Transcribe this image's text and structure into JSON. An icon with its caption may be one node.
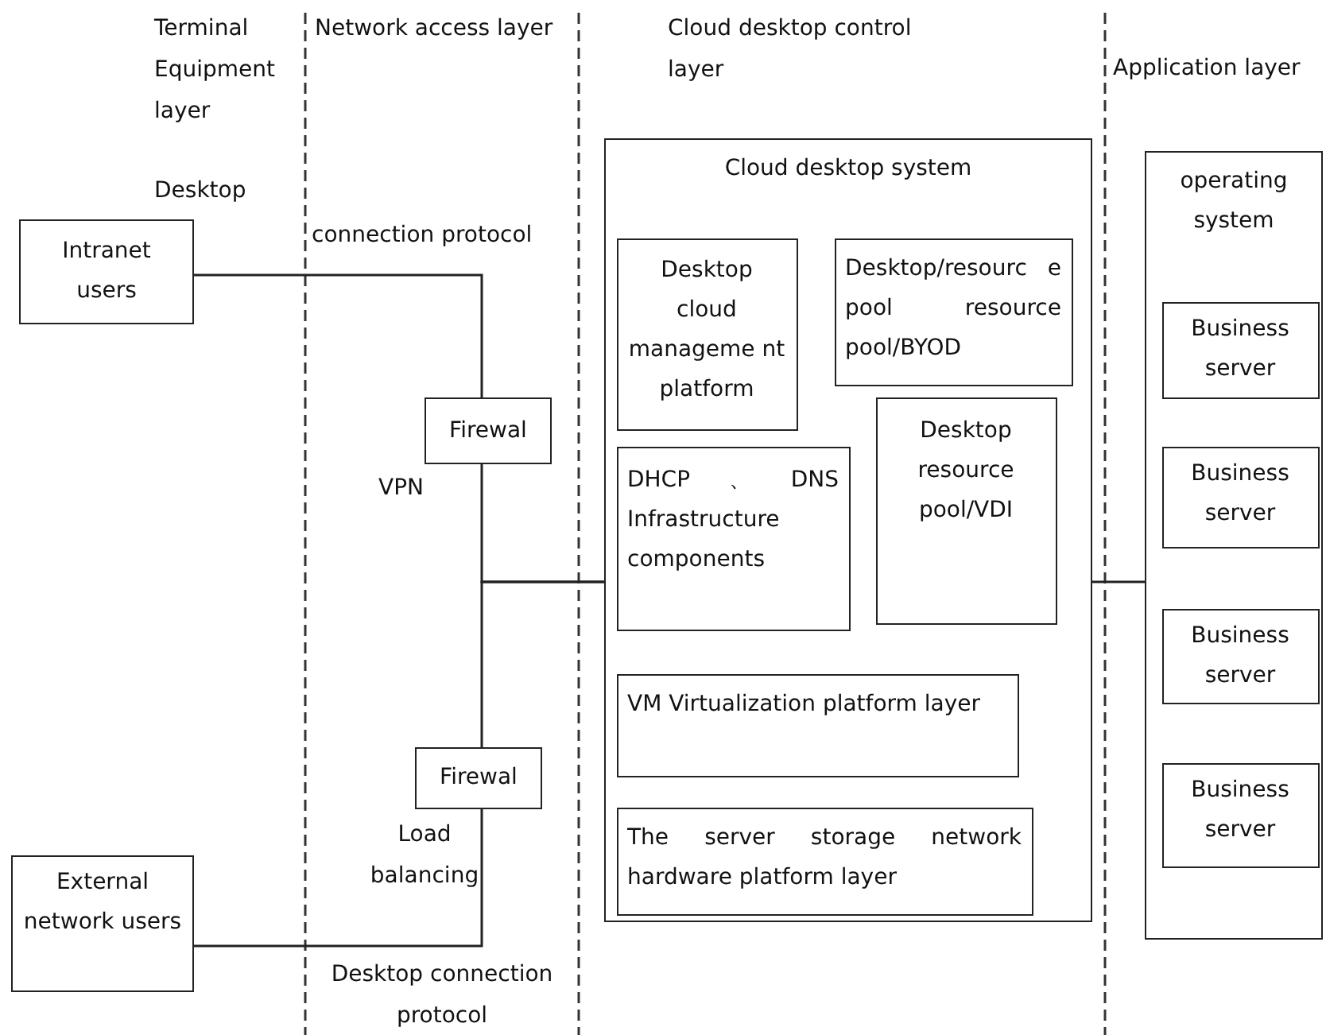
{
  "diagram": {
    "nodes": [
      {
        "text": [
          "Intranet users"
        ]
      },
      {
        "text": [
          "Firewal"
        ]
      },
      {
        "text": [
          "Firewal"
        ]
      },
      {
        "text": [
          "External network users"
        ]
      },
      {
        "text": [
          "Cloud desktop system"
        ]
      },
      {
        "text": [
          "Desktop cloud manageme nt platform"
        ],
        "in": 4
      },
      {
        "text": [
          "Desktop/resourc e pool resource pool/BYOD"
        ],
        "in": 4
      },
      {
        "text": [
          "DHCP、DNS Infrastructure components"
        ],
        "in": 4
      },
      {
        "text": [
          "Desktop resource pool/VDI"
        ],
        "in": 4
      },
      {
        "text": [
          "VM Virtualization platform layer"
        ],
        "in": 4
      },
      {
        "text": [
          "The server storage network hardware platform layer"
        ],
        "in": 4
      },
      {
        "text": [
          "operating system"
        ]
      },
      {
        "text": [
          "Business server"
        ],
        "in": 11
      },
      {
        "text": [
          "Business server"
        ],
        "in": 11
      },
      {
        "text": [
          "Business server"
        ],
        "in": 11
      },
      {
        "text": [
          "Business server"
        ],
        "in": 11
      }
    ],
    "edges": [
      {
        "from": 0,
        "to": 1,
        "arrow": "none"
      },
      {
        "from": 1,
        "to": 4,
        "arrow": "none"
      },
      {
        "from": 2,
        "to": 4,
        "arrow": "none"
      },
      {
        "from": 3,
        "to": 2,
        "arrow": "none"
      },
      {
        "from": 4,
        "to": 11,
        "arrow": "none"
      }
    ],
    "labels": [
      "Terminal Equipment layer",
      "Network access layer",
      "Cloud desktop control layer",
      "Application layer",
      "Desktop",
      "connection protocol",
      "VPN",
      "Load balancing",
      "Desktop connection protocol"
    ]
  }
}
